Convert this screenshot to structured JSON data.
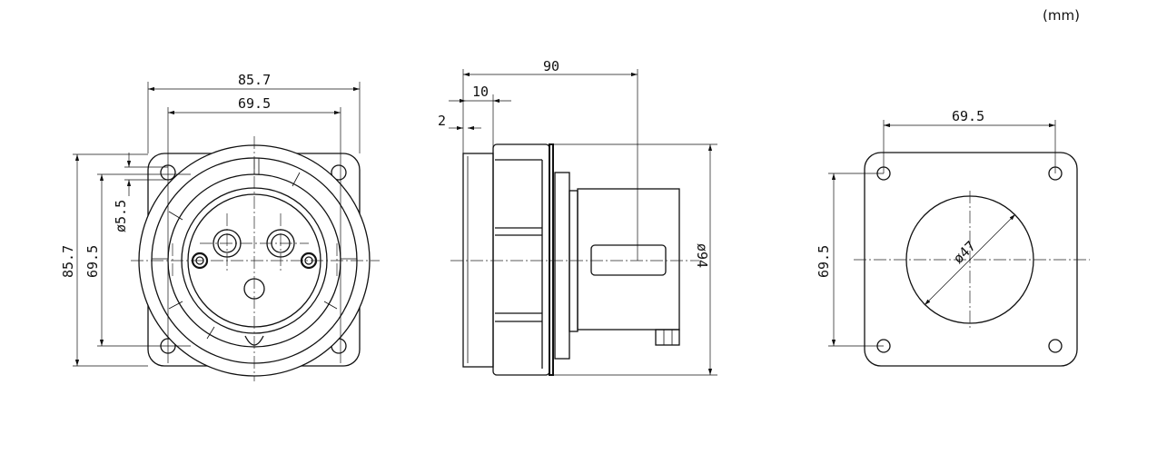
{
  "unit_label": "(mm)",
  "front_view": {
    "width_overall": "85.7",
    "hole_spacing_h": "69.5",
    "height_overall": "85.7",
    "hole_spacing_v": "69.5",
    "hole_diameter": "ø5.5"
  },
  "side_view": {
    "depth_overall": "90",
    "flange_depth": "10",
    "plate_thickness": "2",
    "body_diameter": "ø94"
  },
  "cutout_view": {
    "hole_spacing_h": "69.5",
    "hole_spacing_v": "69.5",
    "cutout_diameter": "ø47"
  }
}
